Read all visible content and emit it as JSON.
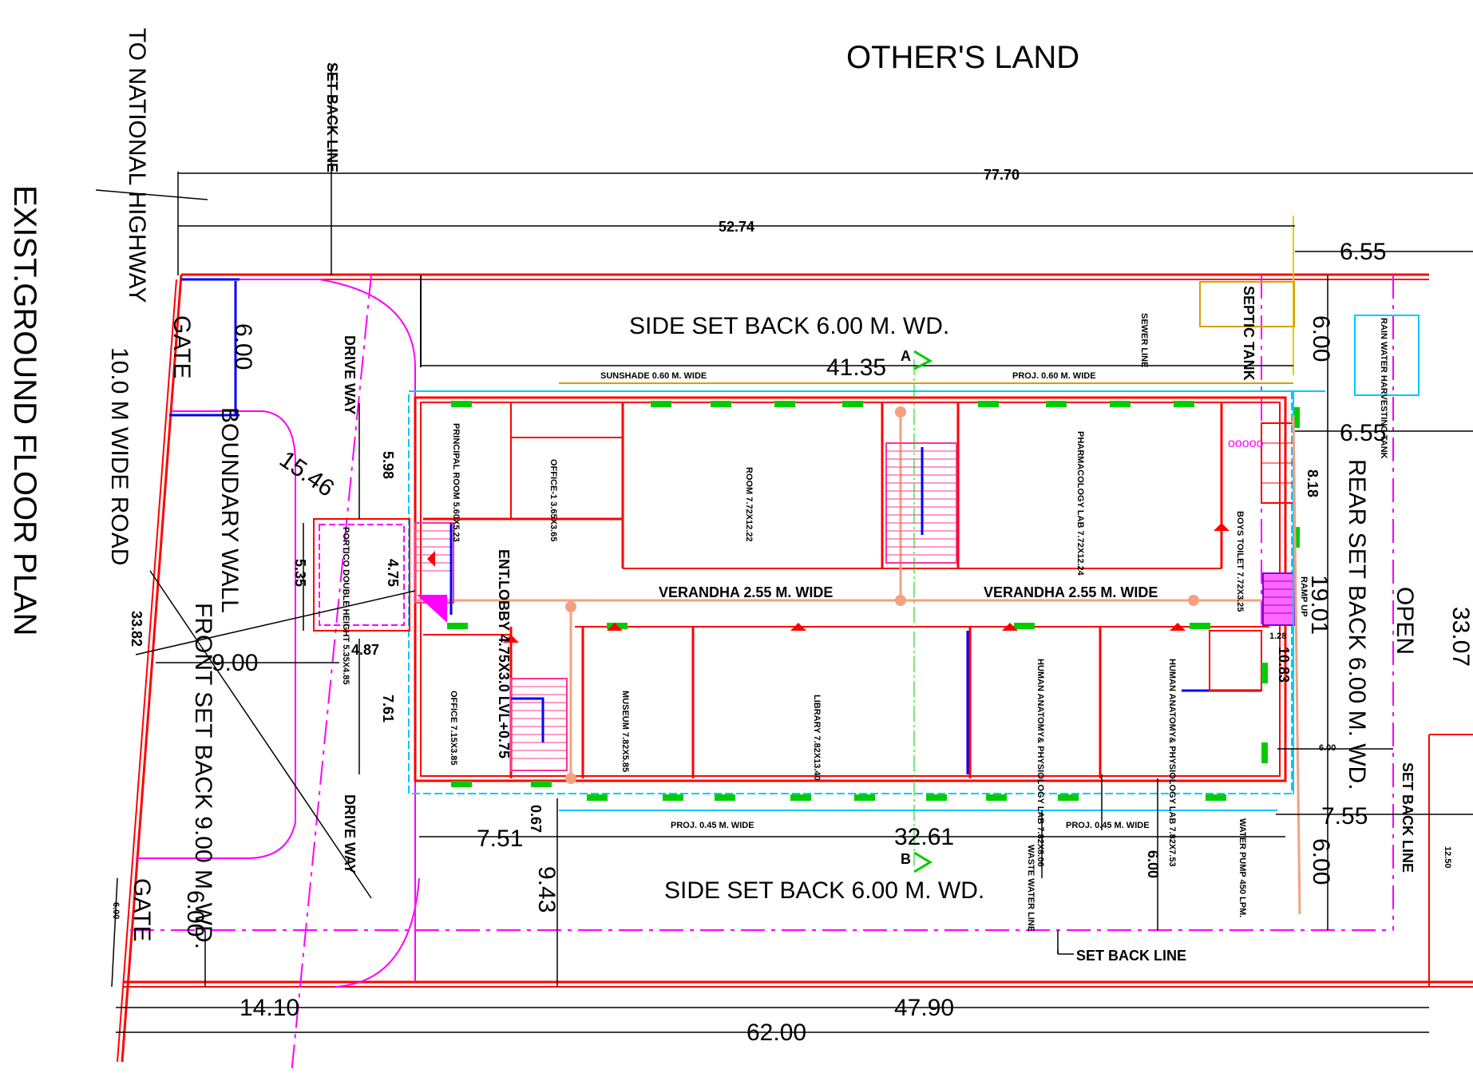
{
  "title": "EXIST.GROUND FLOOR PLAN",
  "labels": {
    "others_land": "OTHER'S LAND",
    "to_highway": "TO NATIONAL HIGHWAY",
    "road": "10.0 M WIDE ROAD",
    "set_back_line": "SET BACK LINE",
    "side_set_back_top": "SIDE SET BACK 6.00 M. WD.",
    "side_set_back_bottom": "SIDE SET BACK 6.00 M. WD.",
    "rear_set_back": "REAR SET BACK 6.00 M. WD.",
    "front_set_back": "FRONT SET BACK 9.00 M. WD.",
    "boundary_wall": "BOUNDARY WALL",
    "gate_top": "GATE",
    "gate_bottom": "GATE",
    "drive_way_top": "DRIVE WAY",
    "drive_way_bottom": "DRIVE WAY",
    "open": "OPEN",
    "septic_tank": "SEPTIC TANK",
    "rain_water": "RAIN WATER HARVESTING TANK",
    "water_pump": "WATER PUMP 450 LPM.",
    "verandha_left": "VERANDHA 2.55 M. WIDE",
    "verandha_right": "VERANDHA 2.55 M. WIDE",
    "sunshade": "SUNSHADE 0.60 M. WIDE",
    "proj_top": "PROJ. 0.60 M. WIDE",
    "proj_bottom_left": "PROJ. 0.45 M. WIDE",
    "proj_bottom_right": "PROJ. 0.45 M. WIDE",
    "sewer_line": "SEWER LINE",
    "waste_water_line": "WASTE WATER LINE",
    "section_a": "A",
    "section_b": "B",
    "ramp_up": "RAMP UP"
  },
  "rooms": {
    "principal": "PRINCIPAL ROOM 5.60X5.23",
    "office1": "OFFICE-1 3.65X3.65",
    "room": "ROOM 7.72X12.22",
    "pharmacology": "PHARMACOLOGY LAB 7.72X12.24",
    "boys_toilet": "BOYS TOILET 7.72X3.25",
    "portico": "PORTICO DOUBLE HEIGHT 5.35X4.85",
    "entry": "ENT.LOBBY 4.75X3.0 LVL+0.75",
    "office": "OFFICE 7.15X3.85",
    "museum": "MUSEUM 7.82X5.85",
    "library": "LIBRARY 7.82X13.40",
    "hap_lab1": "HUMAN ANATOMY& PHYSIOLOGY LAB 7.82X8.06",
    "hap_lab2": "HUMAN ANATOMY& PHYSIOLOGY LAB 7.82X7.53"
  },
  "dims": {
    "d7770": "77.70",
    "d5274": "52.74",
    "d655a": "6.55",
    "d655b": "6.55",
    "d600r": "6.00",
    "d4135": "41.35",
    "d600g": "6.00",
    "d1546": "15.46",
    "d598": "5.98",
    "d475": "4.75",
    "d535": "5.35",
    "d487": "4.87",
    "d900": "9.00",
    "d3382": "33.82",
    "d761": "7.61",
    "d751": "7.51",
    "d067": "0.67",
    "d943": "9.43",
    "d3261": "32.61",
    "d818": "8.18",
    "d1901": "19.01",
    "d1083": "10.83",
    "d128": "1.28",
    "d600s": "6.00",
    "d755": "7.55",
    "d600b": "6.00",
    "d600f": "6.00",
    "d600gb": "6.00",
    "d1410": "14.10",
    "d4790": "47.90",
    "d6200": "62.00",
    "d2150": "33.07",
    "d1250": "12.50",
    "d600w": "6.00"
  }
}
